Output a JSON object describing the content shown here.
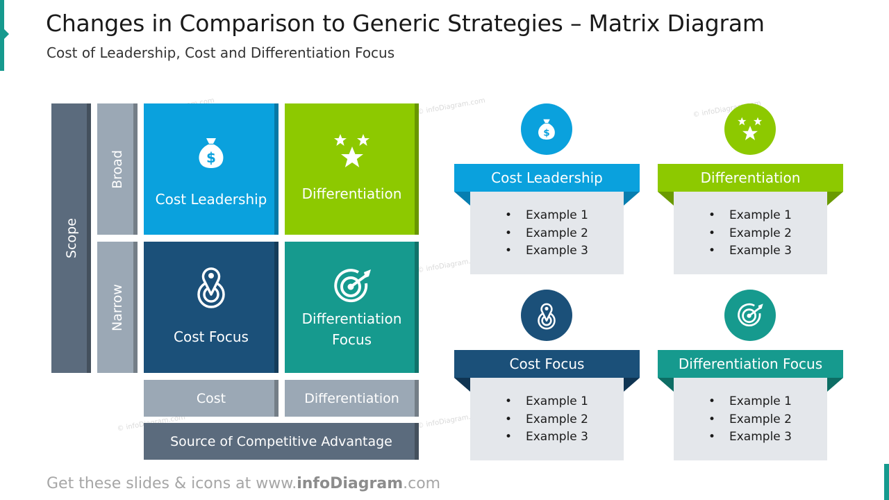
{
  "header": {
    "title": "Changes in Comparison to Generic Strategies – Matrix Diagram",
    "subtitle": "Cost of Leadership, Cost and Differentiation Focus"
  },
  "matrix": {
    "scope_label": "Scope",
    "broad_label": "Broad",
    "narrow_label": "Narrow",
    "cells": {
      "cost_leadership": "Cost Leadership",
      "differentiation": "Differentiation",
      "cost_focus": "Cost Focus",
      "differentiation_focus": "Differentiation Focus"
    },
    "cost_label": "Cost",
    "differentiation_label": "Differentiation",
    "source_label": "Source of Competitive Advantage"
  },
  "cards": {
    "cost_leadership": {
      "title": "Cost Leadership",
      "items": [
        "Example 1",
        "Example 2",
        "Example 3"
      ],
      "icon": "money-bag-icon"
    },
    "differentiation": {
      "title": "Differentiation",
      "items": [
        "Example 1",
        "Example 2",
        "Example 3"
      ],
      "icon": "stars-icon"
    },
    "cost_focus": {
      "title": "Cost Focus",
      "items": [
        "Example 1",
        "Example 2",
        "Example 3"
      ],
      "icon": "location-pin-icon"
    },
    "differentiation_focus": {
      "title": "Differentiation Focus",
      "items": [
        "Example 1",
        "Example 2",
        "Example 3"
      ],
      "icon": "target-icon"
    }
  },
  "footer": {
    "prefix": "Get these slides & icons at www.",
    "brand": "infoDiagram",
    "suffix": ".com"
  },
  "watermark": "© infoDiagram.com",
  "colors": {
    "scope_bar": "#5b6b7d",
    "side_bar": "#9ba8b5",
    "cost_leadership": "#0aa1dd",
    "differentiation": "#8dc900",
    "cost_focus": "#1b5079",
    "differentiation_focus": "#169a8e",
    "axis_box": "#9ba8b5",
    "source_box": "#5b6b7d",
    "card_bg": "#e4e7eb",
    "accent": "#169a8e"
  }
}
